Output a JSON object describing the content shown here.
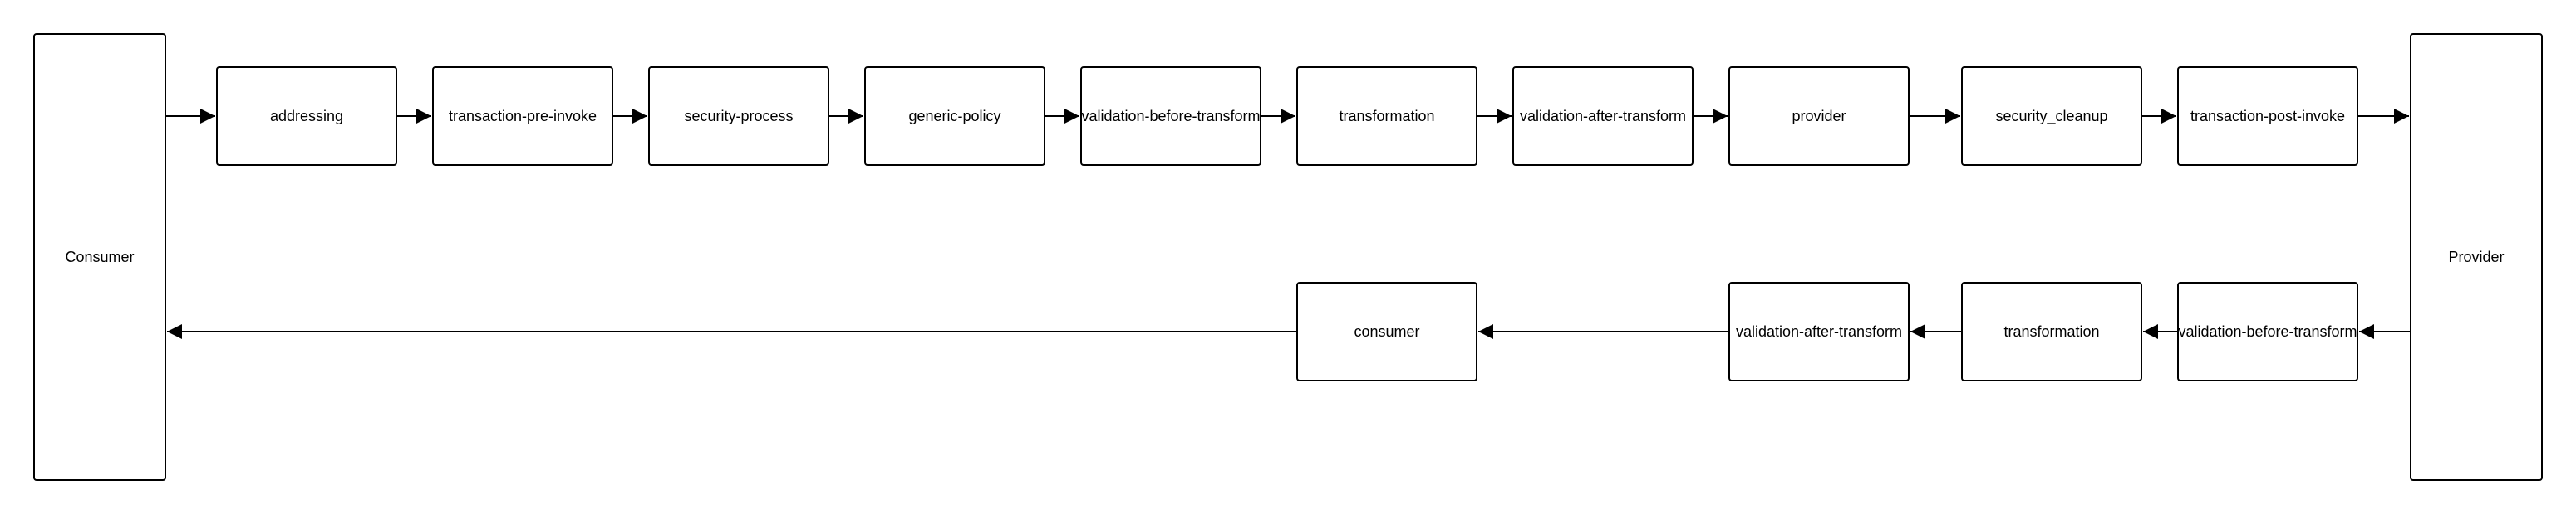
{
  "endpoints": {
    "consumer": "Consumer",
    "provider": "Provider"
  },
  "request_flow": [
    "addressing",
    "transaction-pre-invoke",
    "security-process",
    "generic-policy",
    "validation-before-transform",
    "transformation",
    "validation-after-transform",
    "provider",
    "security_cleanup",
    "transaction-post-invoke"
  ],
  "response_flow": [
    "validation-before-transform",
    "transformation",
    "validation-after-transform",
    "consumer"
  ],
  "colors": {
    "stroke": "#000000",
    "fill": "#ffffff"
  }
}
